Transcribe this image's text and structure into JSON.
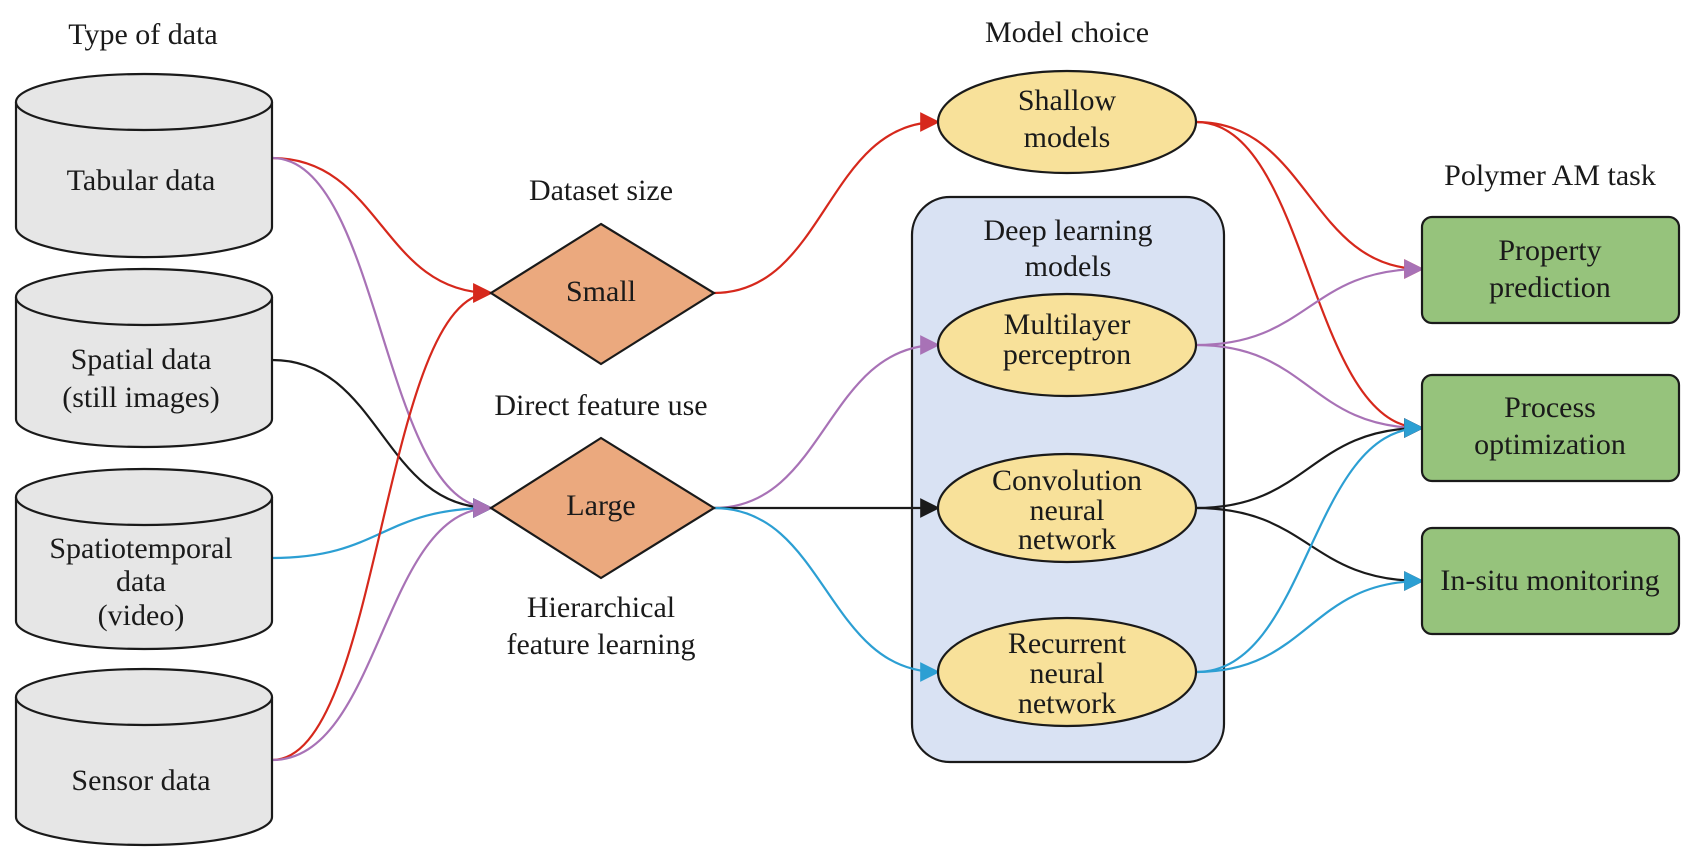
{
  "headers": {
    "type_of_data": "Type of data",
    "dataset_size": "Dataset size",
    "model_choice": "Model choice",
    "polymer_am_task": "Polymer AM task"
  },
  "data_types": [
    {
      "id": "tabular",
      "lines": [
        "Tabular data"
      ]
    },
    {
      "id": "spatial",
      "lines": [
        "Spatial data",
        "(still images)"
      ]
    },
    {
      "id": "spatiotemporal",
      "lines": [
        "Spatiotemporal",
        "data",
        "(video)"
      ]
    },
    {
      "id": "sensor",
      "lines": [
        "Sensor data"
      ]
    }
  ],
  "dataset_sizes": [
    {
      "id": "small",
      "label": "Small"
    },
    {
      "id": "large",
      "label": "Large",
      "above": "Direct feature use",
      "below": [
        "Hierarchical",
        "feature learning"
      ]
    }
  ],
  "deep_learning_group": {
    "lines": [
      "Deep learning",
      "models"
    ]
  },
  "models": [
    {
      "id": "shallow",
      "lines": [
        "Shallow",
        "models"
      ]
    },
    {
      "id": "mlp",
      "lines": [
        "Multilayer",
        "perceptron"
      ]
    },
    {
      "id": "cnn",
      "lines": [
        "Convolution",
        "neural",
        "network"
      ]
    },
    {
      "id": "rnn",
      "lines": [
        "Recurrent",
        "neural",
        "network"
      ]
    }
  ],
  "tasks": [
    {
      "id": "property",
      "lines": [
        "Property",
        "prediction"
      ]
    },
    {
      "id": "process",
      "lines": [
        "Process",
        "optimization"
      ]
    },
    {
      "id": "insitu",
      "lines": [
        "In-situ monitoring"
      ]
    }
  ],
  "colors": {
    "red": "#d6281c",
    "purple": "#a872b6",
    "black": "#1a1a1a",
    "blue": "#2c9fd3",
    "cylinder": "#e6e6e6",
    "diamond": "#eba97e",
    "ellipse": "#f8e19a",
    "task": "#96c37c",
    "deep_group": "#d9e2f3"
  },
  "edges": [
    {
      "from": "tabular",
      "to": "small",
      "color": "red"
    },
    {
      "from": "tabular",
      "to": "large",
      "color": "purple"
    },
    {
      "from": "spatial",
      "to": "large",
      "color": "black"
    },
    {
      "from": "spatiotemporal",
      "to": "large",
      "color": "blue"
    },
    {
      "from": "sensor",
      "to": "small",
      "color": "red"
    },
    {
      "from": "sensor",
      "to": "large",
      "color": "purple"
    },
    {
      "from": "small",
      "to": "shallow",
      "color": "red"
    },
    {
      "from": "large",
      "to": "mlp",
      "color": "purple"
    },
    {
      "from": "large",
      "to": "cnn",
      "color": "black"
    },
    {
      "from": "large",
      "to": "rnn",
      "color": "blue"
    },
    {
      "from": "shallow",
      "to": "property",
      "color": "red"
    },
    {
      "from": "shallow",
      "to": "process",
      "color": "red"
    },
    {
      "from": "mlp",
      "to": "property",
      "color": "purple"
    },
    {
      "from": "mlp",
      "to": "process",
      "color": "purple"
    },
    {
      "from": "cnn",
      "to": "process",
      "color": "black"
    },
    {
      "from": "cnn",
      "to": "insitu",
      "color": "black"
    },
    {
      "from": "rnn",
      "to": "process",
      "color": "blue"
    },
    {
      "from": "rnn",
      "to": "insitu",
      "color": "blue"
    }
  ]
}
